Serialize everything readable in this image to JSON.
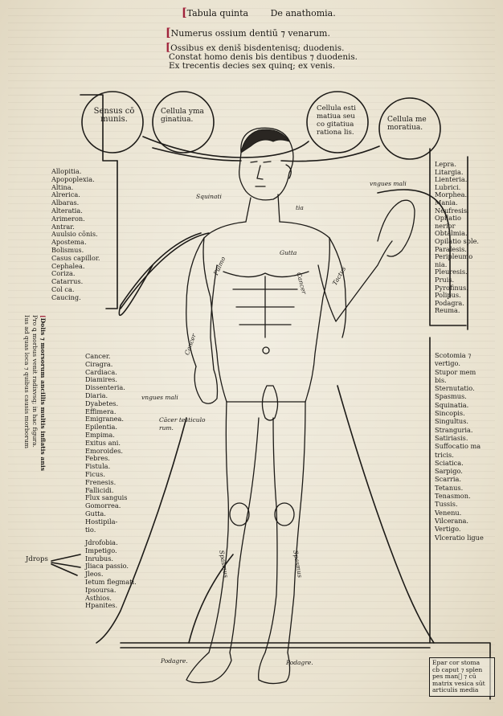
{
  "header": {
    "title_a": "Tabula quinta",
    "title_b": "De anathomia.",
    "line2": "Numerus ossium dentiū ⁊ venarum.",
    "verse": [
      "Ossibus ex deniš bisdentenisq; duodenis.",
      "Constat homo denis bis dentibus ⁊ duodenis.",
      "Ex trecentis decies sex quinq; ex venis."
    ]
  },
  "cells": {
    "c1": "Sensus cō munis.",
    "c2": "Cellula yma ginatiua.",
    "c3": "Cellula esti matiua seu co gitatiua rationa lis.",
    "c4": "Cellula me moratiua."
  },
  "left_list_top": [
    "Allopitia.",
    "Apopoplexia.",
    "Altina.",
    "Alrerica.",
    "Albaras.",
    "Alteratia.",
    "Arimeron.",
    "Antrar.",
    "Auulsio cōnis.",
    "Apostema.",
    "Bolismus.",
    "Casus capillor.",
    "Cephalea.",
    "Coriza.",
    "Catarrus.",
    "Col ca.",
    "Caucing."
  ],
  "left_list_mid": [
    "Cancer.",
    "Ciragra.",
    "Cardiaca.",
    "Diamires.",
    "Dissenteria.",
    "Diaria.",
    "Dyabetes.",
    "Effimera.",
    "Emigranea.",
    "Epilentia.",
    "Empima.",
    "Exitus ani.",
    "Emoroides.",
    "Febres.",
    "Fistula.",
    "Ficus.",
    "Frenesis.",
    "Fallicidi.",
    "Flux sanguis",
    "Gomorrea.",
    "Gutta.",
    "Hostipila-",
    "tio."
  ],
  "left_list_low": [
    "Jdrofobia.",
    "Impetigo.",
    "Inrubus.",
    "Jliaca passio.",
    "Jleos.",
    "Ietum flegmati.",
    "Ipsoursa.",
    "Asthios.",
    "Hpanites."
  ],
  "left_vertical": [
    "Dolis ⁊ morsorum ancillis multis inflatis anis",
    "Pro ꝗ morbus venit radixvsq; in hac figura.",
    "Ius ad quas loca ⁊ quibus causis morborum"
  ],
  "jdrops": "Jdrops",
  "right_list_top": [
    "Lepra.",
    "Litargia.",
    "Lienteria.",
    "Lubrici.",
    "Morphea.",
    "Mania.",
    "Neufresis.",
    "Opilatio",
    "nerior",
    "Obtalmia.",
    "Opilatio sple.",
    "Paralesis.",
    "Peripleumo",
    "nia.",
    "Pleuresis.",
    "Pruis.",
    "Pyrofinus.",
    "Polipus.",
    "Podagra.",
    "Reuma."
  ],
  "right_list_low": [
    "Scotomia ⁊",
    "vertigo.",
    "Stupor mem",
    "bis.",
    "Sternutatio.",
    "Spasmus.",
    "Squinatia.",
    "Sincopis.",
    "Singultus.",
    "Stranguria.",
    "Satiriasis.",
    "Suffocatio ma",
    "tricis.",
    "Sciatica.",
    "Sarpigo.",
    "Scarria.",
    "Tetanus.",
    "Tenasmon.",
    "Tussis.",
    "Venenu.",
    "Vilcerana.",
    "Vertigo.",
    "Vlceratio ligue"
  ],
  "body_labels": {
    "squinan": "Squinati",
    "squinan2": "tia",
    "vngues_top": "vngues mali",
    "gutta": "Gutta",
    "pulmo": "Pulmo",
    "cancer_chest": "Cancer",
    "tactus": "Tactus",
    "cancer_arm": "Cancer",
    "vngues_left": "vngues mali",
    "cancer_test": "Cācer testiculo",
    "cancer_test2": "rum.",
    "spasmus_l": "Spasmus",
    "spasmus_r": "Spasmus",
    "podagre_l": "Podagre.",
    "podagre_r": "Podagre."
  },
  "bottom_box": [
    "Epar cor stoma",
    "cḃ caput ⁊ splen",
    "pes man᷑ ⁊ cū",
    "matrix vesica sūt",
    "articulis media"
  ]
}
